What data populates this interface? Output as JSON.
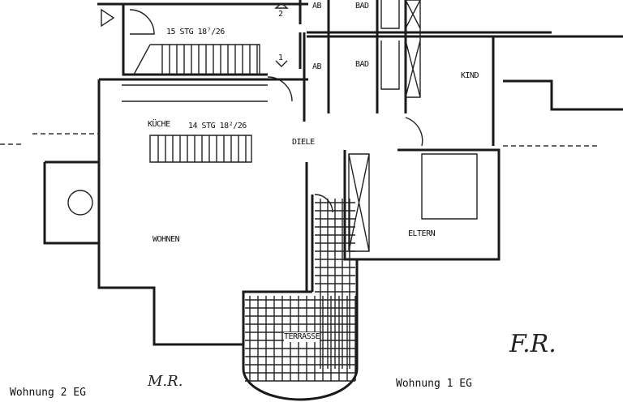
{
  "rooms": {
    "stair_upper": "15 STG 18⁷/26",
    "stair_lower": "14 STG 18²/26",
    "kitchen": "KÜCHE",
    "hall": "DIELE",
    "living": "WOHNEN",
    "terrace": "TERRASSE",
    "child": "KIND",
    "parents": "ELTERN",
    "wc_top": "AB",
    "bath_top": "BAD",
    "wc_bottom": "AB",
    "bath_bottom": "BAD"
  },
  "markers": {
    "up": "2",
    "down": "1"
  },
  "captions": {
    "left": "Wohnung 2 EG",
    "right": "Wohnung 1 EG"
  },
  "initials": {
    "left": "M.R.",
    "right": "F.R."
  }
}
